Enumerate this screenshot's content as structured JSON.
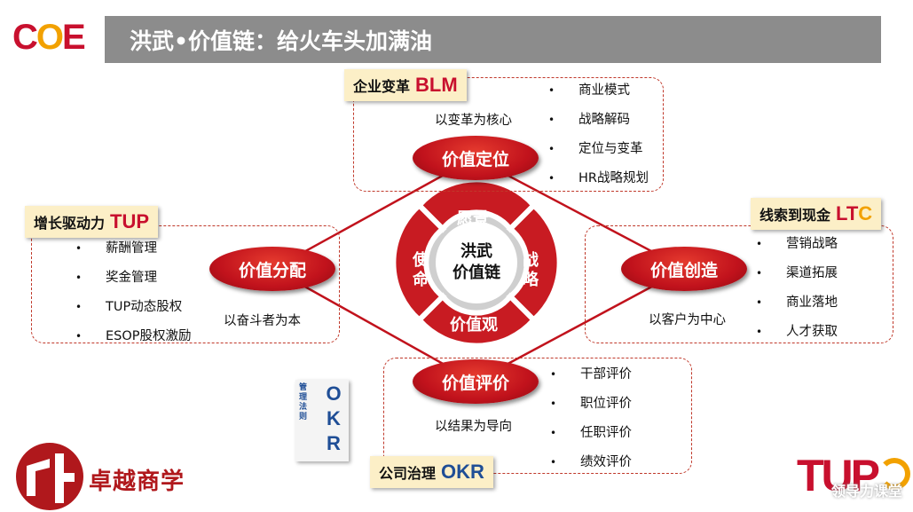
{
  "header": {
    "logo": "COE",
    "title": "洪武•价值链：给火车头加满油"
  },
  "top": {
    "tag_zh": "企业变革",
    "tag_en": "BLM",
    "caption": "以变革为核心",
    "node": "价值定位",
    "items": [
      "商业模式",
      "战略解码",
      "定位与变革",
      "HR战略规划"
    ]
  },
  "left": {
    "tag_zh": "增长驱动力",
    "tag_en": "TUP",
    "caption": "以奋斗者为本",
    "node": "价值分配",
    "items": [
      "薪酬管理",
      "奖金管理",
      "TUP动态股权",
      "ESOP股权激励"
    ]
  },
  "right": {
    "tag_zh": "线索到现金",
    "tag_en": "LTC",
    "caption": "以客户为中心",
    "node": "价值创造",
    "items": [
      "营销战略",
      "渠道拓展",
      "商业落地",
      "人才获取"
    ]
  },
  "bottom": {
    "tag_zh": "公司治理",
    "tag_en": "OKR",
    "caption": "以结果为导向",
    "node": "价值评价",
    "items": [
      "干部评价",
      "职位评价",
      "任职评价",
      "绩效评价"
    ]
  },
  "ring": {
    "segments": [
      "愿景",
      "战略",
      "价值观",
      "使命"
    ],
    "center": [
      "洪武",
      "价值链"
    ]
  },
  "book": {
    "title_zh": "管理法则",
    "title_en": "OKR"
  },
  "footer": {
    "brand": "卓越商学",
    "logo_right": "TUP",
    "watermark": "领导力课堂"
  },
  "colors": {
    "accent": "#c1121c",
    "title_bar": "#8c8c8c",
    "tag_bg": "#fcefc7",
    "blm": "#c8102e",
    "tup": "#c8102e",
    "ltc_l": "#c8102e",
    "ltc_c": "#f2a100",
    "okr": "#1f4e96"
  }
}
